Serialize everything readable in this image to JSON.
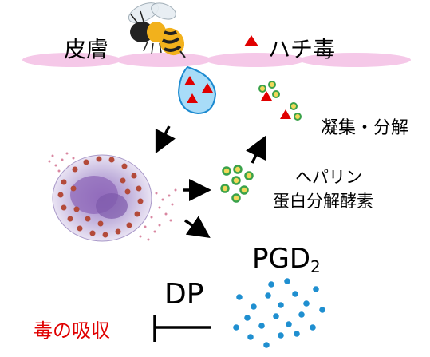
{
  "labels": {
    "skin": "皮膚",
    "venom": "ハチ毒",
    "aggregation": "凝集・分解",
    "heparin": "ヘパリン",
    "protease": "蛋白分解酵素",
    "pgd": "PGD",
    "pgd_sub": "2",
    "dp": "DP",
    "absorption": "毒の吸収"
  },
  "colors": {
    "triangle": "#e00000",
    "skin_band": "#f5c8e8",
    "vesicle": "#a8dcf8",
    "granule_fill": "#f2d85a",
    "granule_ring": "#3aa24a",
    "pgd_dot": "#1f8fd0",
    "inhibit_text": "#e00000",
    "cell_body": "#c6b8df",
    "cell_nucleus": "#8d67b8",
    "cell_granule": "#b34a3a",
    "bee_yellow": "#f2b11c"
  }
}
